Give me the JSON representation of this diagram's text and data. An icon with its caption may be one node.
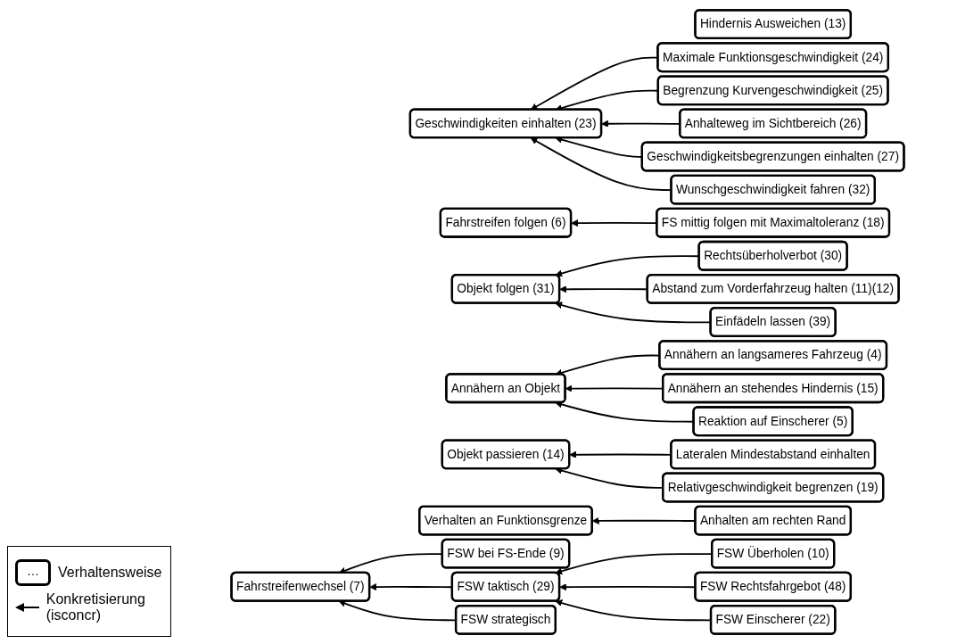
{
  "diagram": {
    "nodes": [
      {
        "text": [
          "Geschwindigkeiten einhalten (23)"
        ]
      },
      {
        "text": [
          "Fahrstreifen folgen (6)"
        ]
      },
      {
        "text": [
          "Fahrstreifenwechsel (7)"
        ]
      },
      {
        "text": [
          "Objekt folgen (31)"
        ]
      },
      {
        "text": [
          "Annähern an Objekt"
        ]
      },
      {
        "text": [
          "Objekt passieren (14)"
        ]
      },
      {
        "text": [
          "Hindernis Ausweichen (13)"
        ]
      },
      {
        "text": [
          "Verhalten an Funktionsgrenze"
        ]
      },
      {
        "text": [
          "Maximale Funktionsgeschwindigkeit (24)"
        ]
      },
      {
        "text": [
          "Begrenzung Kurvengeschwindigkeit (25)"
        ]
      },
      {
        "text": [
          "Anhalteweg im Sichtbereich (26)"
        ]
      },
      {
        "text": [
          "Geschwindigkeitsbegrenzungen einhalten (27)"
        ]
      },
      {
        "text": [
          "Wunschgeschwindigkeit fahren (32)"
        ]
      },
      {
        "text": [
          "FS mittig folgen mit Maximaltoleranz (18)"
        ]
      },
      {
        "text": [
          "FSW bei FS-Ende (9)"
        ]
      },
      {
        "text": [
          "FSW taktisch (29)"
        ]
      },
      {
        "text": [
          "FSW strategisch"
        ]
      },
      {
        "text": [
          "FSW Überholen (10)"
        ]
      },
      {
        "text": [
          "FSW Rechtsfahrgebot (48)"
        ]
      },
      {
        "text": [
          "FSW Einscherer (22)"
        ]
      },
      {
        "text": [
          "Rechtsüberholverbot (30)"
        ]
      },
      {
        "text": [
          "Abstand zum Vorderfahrzeug halten (11)(12)"
        ]
      },
      {
        "text": [
          "Einfädeln lassen (39)"
        ]
      },
      {
        "text": [
          "Annähern an langsameres Fahrzeug (4)"
        ]
      },
      {
        "text": [
          "Annähern an stehendes Hindernis (15)"
        ]
      },
      {
        "text": [
          "Reaktion auf Einscherer (5)"
        ]
      },
      {
        "text": [
          "Lateralen Mindestabstand einhalten"
        ]
      },
      {
        "text": [
          "Relativgeschwindigkeit begrenzen (19)"
        ]
      },
      {
        "text": [
          "Anhalten am rechten Rand"
        ]
      }
    ],
    "edges": [
      {
        "from": 8,
        "to": 0,
        "arrow": "to"
      },
      {
        "from": 9,
        "to": 0,
        "arrow": "to"
      },
      {
        "from": 10,
        "to": 0,
        "arrow": "to"
      },
      {
        "from": 11,
        "to": 0,
        "arrow": "to"
      },
      {
        "from": 12,
        "to": 0,
        "arrow": "to"
      },
      {
        "from": 13,
        "to": 1,
        "arrow": "to"
      },
      {
        "from": 14,
        "to": 2,
        "arrow": "to"
      },
      {
        "from": 15,
        "to": 2,
        "arrow": "to"
      },
      {
        "from": 16,
        "to": 2,
        "arrow": "to"
      },
      {
        "from": 17,
        "to": 15,
        "arrow": "to"
      },
      {
        "from": 18,
        "to": 15,
        "arrow": "to"
      },
      {
        "from": 19,
        "to": 15,
        "arrow": "to"
      },
      {
        "from": 20,
        "to": 3,
        "arrow": "to"
      },
      {
        "from": 21,
        "to": 3,
        "arrow": "to"
      },
      {
        "from": 22,
        "to": 3,
        "arrow": "to"
      },
      {
        "from": 23,
        "to": 4,
        "arrow": "to"
      },
      {
        "from": 24,
        "to": 4,
        "arrow": "to"
      },
      {
        "from": 25,
        "to": 4,
        "arrow": "to"
      },
      {
        "from": 26,
        "to": 5,
        "arrow": "to"
      },
      {
        "from": 27,
        "to": 5,
        "arrow": "to"
      },
      {
        "from": 28,
        "to": 7,
        "arrow": "to"
      }
    ],
    "labels": [
      "…"
    ],
    "legend": [
      {
        "text": "Verhaltensweise"
      },
      {
        "text": "Konkretisierung (isconcr)"
      }
    ]
  }
}
